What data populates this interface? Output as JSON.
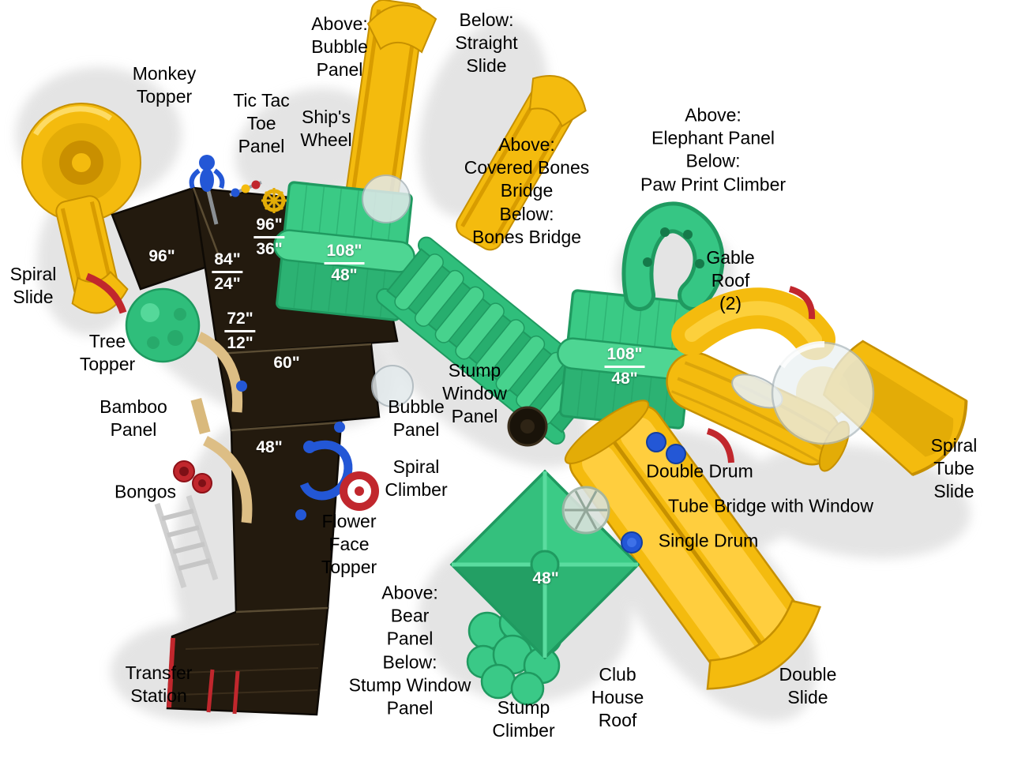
{
  "colors": {
    "background": "#FFFFFF",
    "slide_yellow": "#F4BB0E",
    "slide_yellow_dark": "#D89C00",
    "slide_yellow_light": "#FFD850",
    "roof_green": "#2FBE7B",
    "roof_green_dark": "#1F9A60",
    "roof_green_light": "#55D89A",
    "deck_dark": "#231A0E",
    "accent_blue": "#2357D6",
    "accent_red": "#C1272D",
    "shadow_gray": "#DBDBDB",
    "label_text": "#000000",
    "dimension_text": "#FFFFFF"
  },
  "labels": {
    "above_bubble_panel": {
      "text": "Above:\nBubble\nPanel"
    },
    "below_straight_slide": {
      "text": "Below:\nStraight\nSlide"
    },
    "monkey_topper": {
      "text": "Monkey\nTopper"
    },
    "tic_tac_toe_panel": {
      "text": "Tic Tac\nToe\nPanel"
    },
    "ships_wheel": {
      "text": "Ship's\nWheel"
    },
    "covered_bones_bridge": {
      "text": "Above:\nCovered Bones\nBridge\nBelow:\nBones Bridge"
    },
    "elephant_panel_paw_print": {
      "text": "Above:\nElephant Panel\nBelow:\nPaw Print Climber"
    },
    "gable_roof": {
      "text": "Gable\nRoof\n(2)"
    },
    "spiral_slide": {
      "text": "Spiral\nSlide"
    },
    "tree_topper": {
      "text": "Tree\nTopper"
    },
    "stump_window_panel": {
      "text": "Stump\nWindow\nPanel"
    },
    "bamboo_panel": {
      "text": "Bamboo\nPanel"
    },
    "bubble_panel": {
      "text": "Bubble\nPanel"
    },
    "double_drum": {
      "text": "Double Drum"
    },
    "spiral_tube_slide": {
      "text": "Spiral\nTube\nSlide"
    },
    "bongos": {
      "text": "Bongos"
    },
    "spiral_climber": {
      "text": "Spiral\nClimber"
    },
    "tube_bridge_with_window": {
      "text": "Tube Bridge with Window"
    },
    "single_drum": {
      "text": "Single Drum"
    },
    "flower_face_topper": {
      "text": "Flower\nFace\nTopper"
    },
    "bear_panel_stump_window": {
      "text": "Above:\nBear\nPanel\nBelow:\nStump Window\nPanel"
    },
    "transfer_station": {
      "text": "Transfer\nStation"
    },
    "stump_climber": {
      "text": "Stump\nClimber"
    },
    "club_house_roof": {
      "text": "Club\nHouse\nRoof"
    },
    "double_slide": {
      "text": "Double\nSlide"
    }
  },
  "dimensions": {
    "deck_arm": {
      "text": "96\""
    },
    "deck_96_36": {
      "top": "96\"",
      "bottom": "36\""
    },
    "deck_84_24": {
      "top": "84\"",
      "bottom": "24\""
    },
    "roof_front_108_48": {
      "top": "108\"",
      "bottom": "48\""
    },
    "deck_72_12": {
      "top": "72\"",
      "bottom": "12\""
    },
    "deck_60": {
      "text": "60\""
    },
    "roof_rear_108_48": {
      "top": "108\"",
      "bottom": "48\""
    },
    "deck_48": {
      "text": "48\""
    },
    "clubhouse_48": {
      "text": "48\""
    }
  }
}
